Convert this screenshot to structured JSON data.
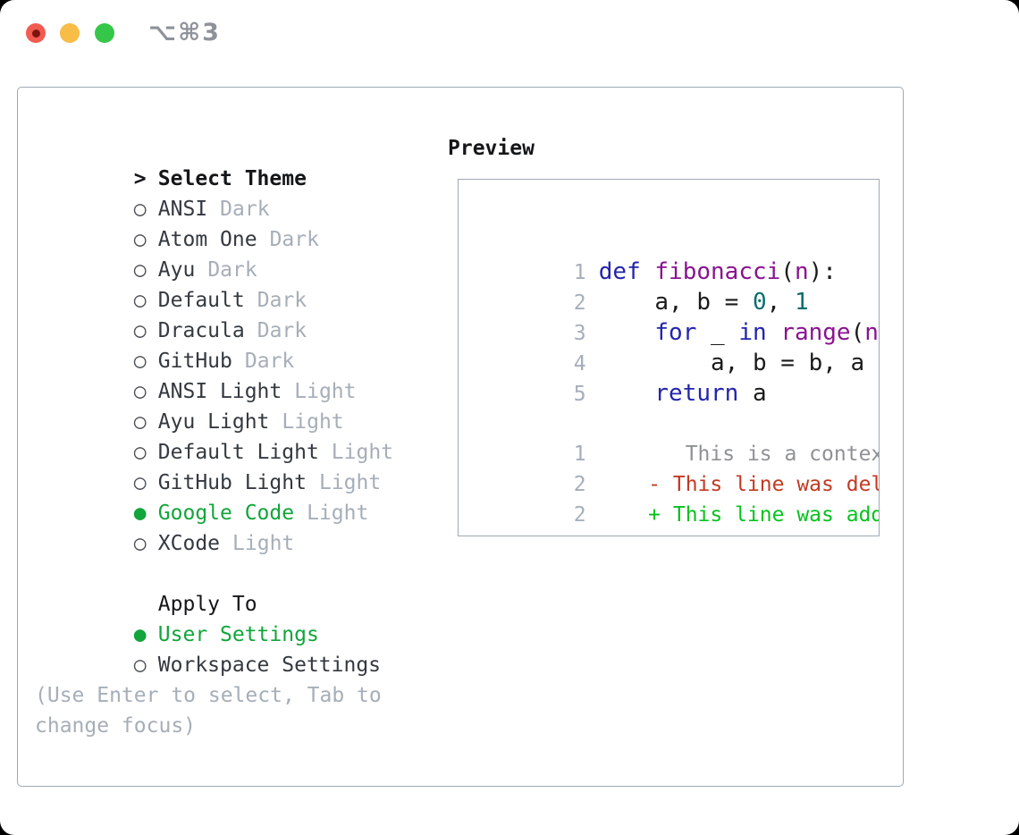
{
  "window": {
    "title": "⌥⌘3",
    "traffic_lights": {
      "close_color": "#f25b51",
      "close_dot_color": "#7d150e",
      "minimize_color": "#f8bd46",
      "zoom_color": "#35c74a"
    }
  },
  "icons": {
    "focus_caret": ">",
    "radio_off": "○",
    "radio_on": "●"
  },
  "colors": {
    "accent_green": "#12a53b",
    "muted_gray": "#a6aeb8",
    "border_gray": "#9ea8b4",
    "syntax_keyword": "#2424ad",
    "syntax_function": "#8a1390",
    "syntax_number": "#0d6e6e",
    "diff_context": "#8e9196",
    "diff_deleted": "#c23a22",
    "diff_added": "#06c21e"
  },
  "theme_panel": {
    "header_marker": ">",
    "header_label": "Select Theme",
    "themes": [
      {
        "marker": "○",
        "name": "ANSI",
        "variant": "Dark",
        "selected": false
      },
      {
        "marker": "○",
        "name": "Atom One",
        "variant": "Dark",
        "selected": false
      },
      {
        "marker": "○",
        "name": "Ayu",
        "variant": "Dark",
        "selected": false
      },
      {
        "marker": "○",
        "name": "Default",
        "variant": "Dark",
        "selected": false
      },
      {
        "marker": "○",
        "name": "Dracula",
        "variant": "Dark",
        "selected": false
      },
      {
        "marker": "○",
        "name": "GitHub",
        "variant": "Dark",
        "selected": false
      },
      {
        "marker": "○",
        "name": "ANSI Light",
        "variant": "Light",
        "selected": false
      },
      {
        "marker": "○",
        "name": "Ayu Light",
        "variant": "Light",
        "selected": false
      },
      {
        "marker": "○",
        "name": "Default Light",
        "variant": "Light",
        "selected": false
      },
      {
        "marker": "○",
        "name": "GitHub Light",
        "variant": "Light",
        "selected": false
      },
      {
        "marker": "●",
        "name": "Google Code",
        "variant": "Light",
        "selected": true
      },
      {
        "marker": "○",
        "name": "XCode",
        "variant": "Light",
        "selected": false
      }
    ],
    "apply_to": {
      "label": "Apply To",
      "options": [
        {
          "marker": "●",
          "name": "User Settings",
          "selected": true
        },
        {
          "marker": "○",
          "name": "Workspace Settings",
          "selected": false
        }
      ]
    },
    "hint_lines": [
      "(Use Enter to select, Tab to",
      "change focus)"
    ]
  },
  "preview": {
    "label": "Preview",
    "code": [
      {
        "num": "1",
        "segs": [
          {
            "cls": "tok-kwd",
            "t": "def"
          },
          {
            "cls": "tok-pln",
            "t": " "
          },
          {
            "cls": "tok-fn",
            "t": "fibonacci"
          },
          {
            "cls": "tok-pln",
            "t": "("
          },
          {
            "cls": "tok-fn",
            "t": "n"
          },
          {
            "cls": "tok-pln",
            "t": "):"
          }
        ]
      },
      {
        "num": "2",
        "segs": [
          {
            "cls": "tok-pln",
            "t": "    a, b = "
          },
          {
            "cls": "tok-num",
            "t": "0"
          },
          {
            "cls": "tok-pln",
            "t": ", "
          },
          {
            "cls": "tok-num",
            "t": "1"
          }
        ]
      },
      {
        "num": "3",
        "segs": [
          {
            "cls": "tok-pln",
            "t": "    "
          },
          {
            "cls": "tok-kwd",
            "t": "for"
          },
          {
            "cls": "tok-pln",
            "t": " _ "
          },
          {
            "cls": "tok-kwd",
            "t": "in"
          },
          {
            "cls": "tok-pln",
            "t": " "
          },
          {
            "cls": "tok-fn",
            "t": "range"
          },
          {
            "cls": "tok-pln",
            "t": "("
          },
          {
            "cls": "tok-fn",
            "t": "n"
          },
          {
            "cls": "tok-pln",
            "t": "):"
          }
        ]
      },
      {
        "num": "4",
        "segs": [
          {
            "cls": "tok-pln",
            "t": "        a, b = b, a + b"
          }
        ]
      },
      {
        "num": "5",
        "segs": [
          {
            "cls": "tok-pln",
            "t": "    "
          },
          {
            "cls": "tok-kwd",
            "t": "return"
          },
          {
            "cls": "tok-pln",
            "t": " a"
          }
        ]
      }
    ],
    "diff": [
      {
        "num": "1",
        "cls": "tok-ctx",
        "text": "       This is a context line."
      },
      {
        "num": "2",
        "cls": "tok-del",
        "text": "    - This line was deleted."
      },
      {
        "num": "2",
        "cls": "tok-add",
        "text": "    + This line was added."
      }
    ]
  }
}
